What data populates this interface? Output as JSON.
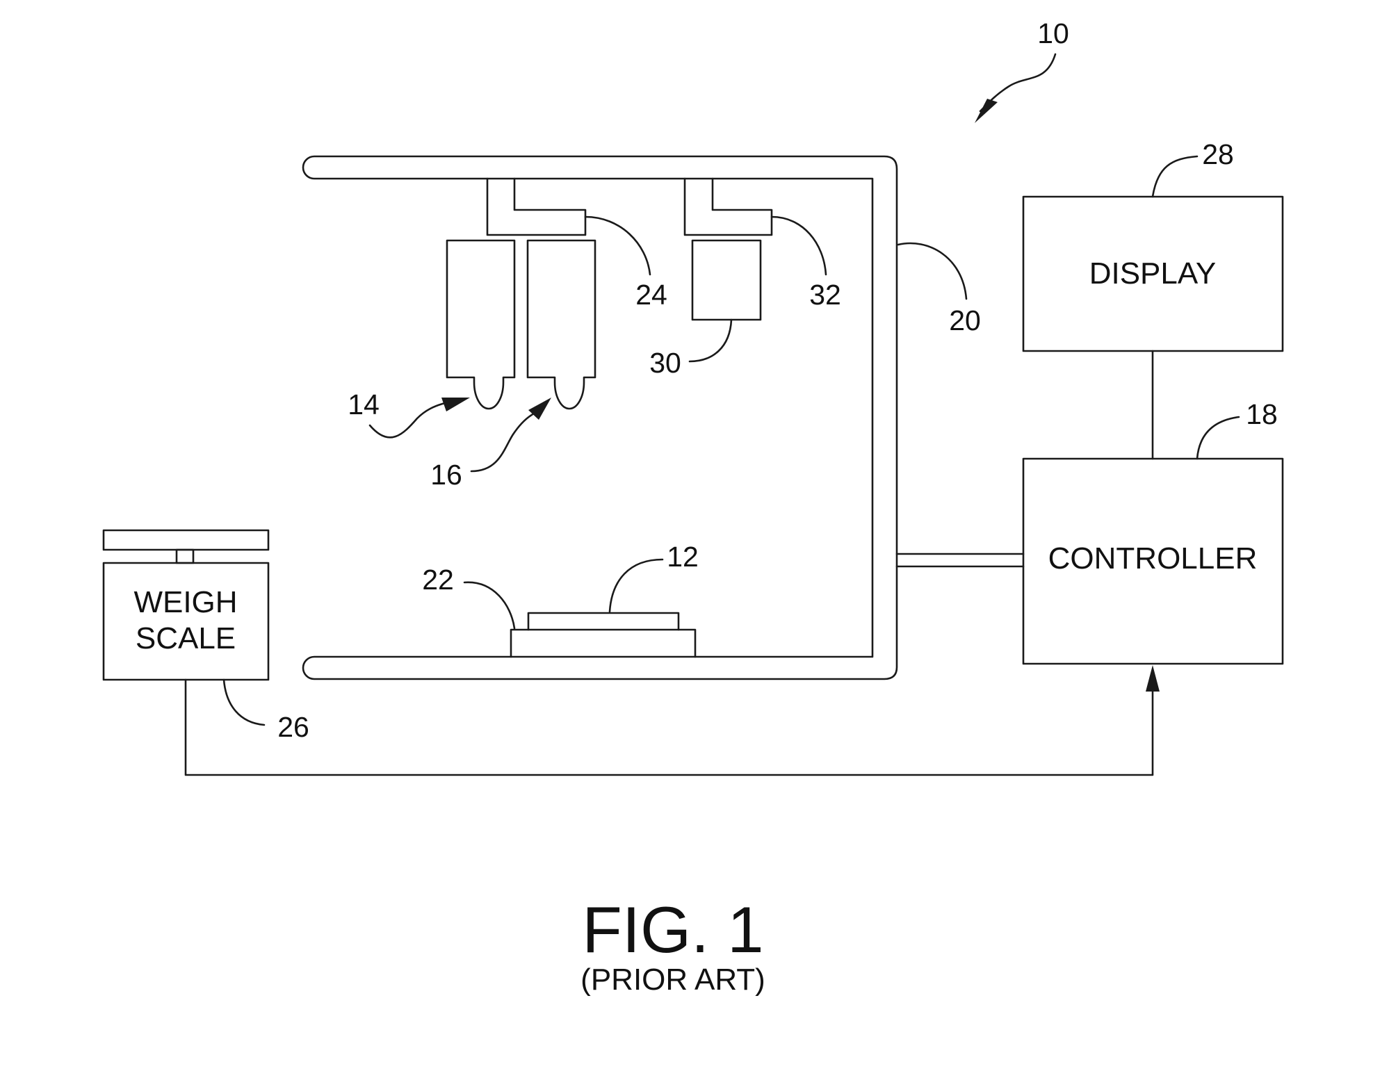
{
  "figure": {
    "title": "FIG. 1",
    "subtitle": "(PRIOR ART)"
  },
  "components": {
    "display": {
      "label": "DISPLAY",
      "ref": "28"
    },
    "controller": {
      "label": "CONTROLLER",
      "ref": "18"
    },
    "weigh_scale": {
      "label_line1": "WEIGH",
      "label_line2": "SCALE",
      "ref": "26"
    },
    "frame": {
      "ref": "20"
    },
    "substrate": {
      "ref": "12"
    },
    "platform": {
      "ref": "22"
    },
    "dispenser_first": {
      "ref": "14"
    },
    "dispenser_second": {
      "ref": "16"
    },
    "dispenser_mount": {
      "ref": "24"
    },
    "camera": {
      "ref": "30"
    },
    "camera_mount": {
      "ref": "32"
    },
    "system": {
      "ref": "10"
    }
  }
}
